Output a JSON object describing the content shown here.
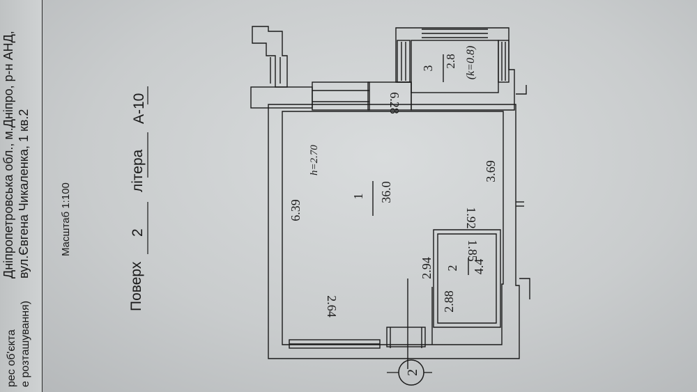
{
  "header": {
    "address_line1": "Дніпропетровська обл., м.Дніпро, р-н АНД,",
    "address_line2": "вул.Євгена Чикаленка, 1 кв.2",
    "label_line1": "рес об'єкта",
    "label_line2": "е розташування)",
    "scale": "Масштаб 1:100"
  },
  "floor_info": {
    "floor_label": "Поверх",
    "floor_value": "2",
    "litera_label": "літера",
    "litera_value": "А-10"
  },
  "rooms": [
    {
      "number": "1",
      "area": "36.0"
    },
    {
      "number": "2",
      "area": "4.4"
    },
    {
      "number": "3",
      "area": "2.8",
      "note": "(k=0.8)"
    }
  ],
  "dimensions": {
    "height": "h=2.70",
    "d_628": "6.28",
    "d_639": "6.39",
    "d_369": "3.69",
    "d_192": "1.92",
    "d_185": "1.85",
    "d_294": "2.94",
    "d_288": "2.88",
    "d_264": "2.64"
  },
  "axis_marker": "2"
}
